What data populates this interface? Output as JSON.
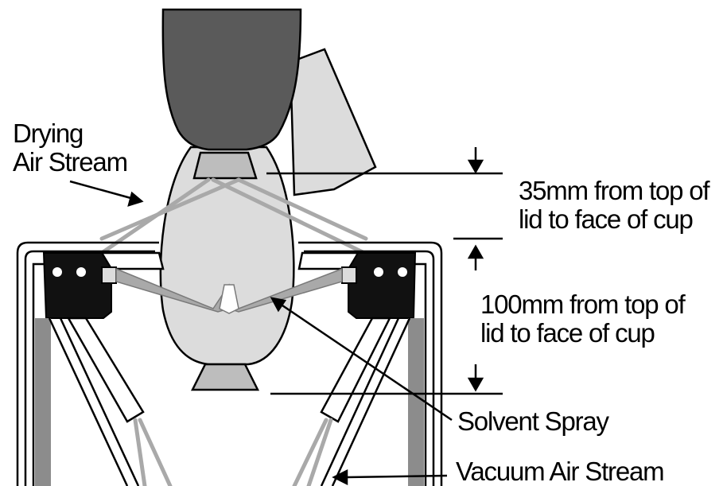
{
  "labels": {
    "drying_air_stream": [
      "Drying",
      "Air Stream"
    ],
    "distance_35": [
      "35mm from top of",
      "lid to face of cup"
    ],
    "distance_100": [
      "100mm from top of",
      "lid to face of cup"
    ],
    "solvent_spray": "Solvent Spray",
    "vacuum_air_stream": "Vacuum Air Stream"
  },
  "colors": {
    "bell_body": "#5a5a5a",
    "light_fill": "#dcdcdc",
    "spray_stream": "#a9a9a9",
    "outline": "#000000",
    "cup_face": "#bdbdbd",
    "chamber_wall": "#8c8c8c"
  }
}
